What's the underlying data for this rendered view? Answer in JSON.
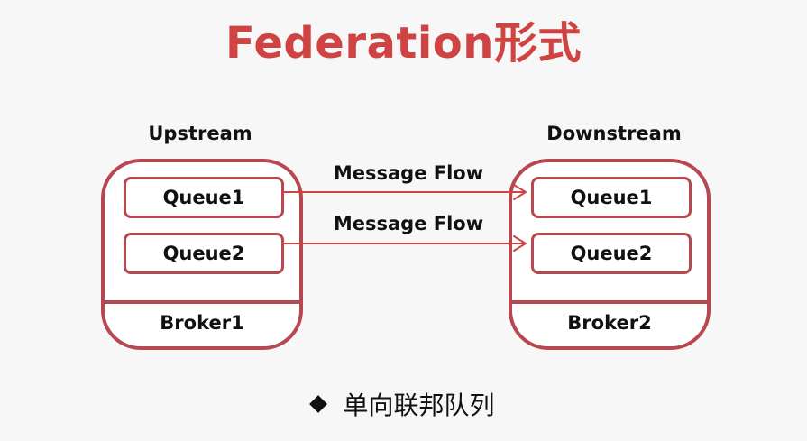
{
  "title": "Federation形式",
  "upstream": {
    "label": "Upstream",
    "broker": "Broker1",
    "queues": [
      "Queue1",
      "Queue2"
    ]
  },
  "downstream": {
    "label": "Downstream",
    "broker": "Broker2",
    "queues": [
      "Queue1",
      "Queue2"
    ]
  },
  "flows": [
    "Message Flow",
    "Message Flow"
  ],
  "footer": "单向联邦队列",
  "colors": {
    "accent": "#cf4343",
    "border": "#b84850"
  }
}
